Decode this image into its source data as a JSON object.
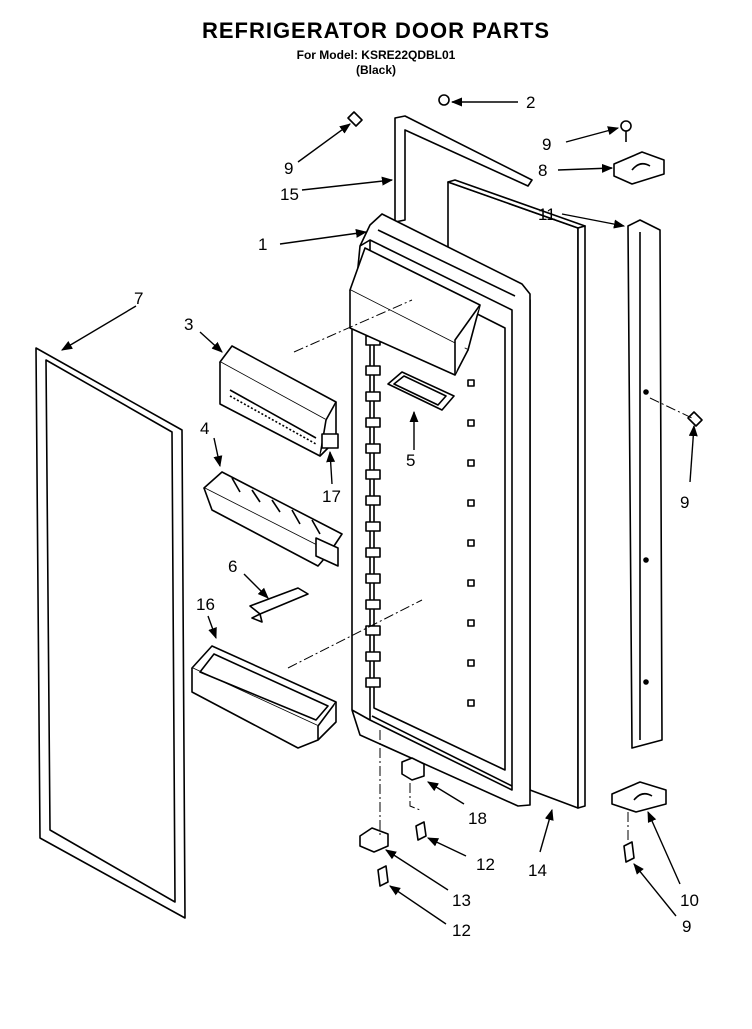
{
  "header": {
    "title": "REFRIGERATOR DOOR PARTS",
    "model_line": "For Model: KSRE22QDBL01",
    "color_line": "(Black)"
  },
  "callouts": [
    {
      "id": "c-2",
      "label": "2"
    },
    {
      "id": "c-9a",
      "label": "9"
    },
    {
      "id": "c-15",
      "label": "15"
    },
    {
      "id": "c-9b",
      "label": "9"
    },
    {
      "id": "c-8",
      "label": "8"
    },
    {
      "id": "c-11",
      "label": "11"
    },
    {
      "id": "c-1",
      "label": "1"
    },
    {
      "id": "c-7",
      "label": "7"
    },
    {
      "id": "c-3",
      "label": "3"
    },
    {
      "id": "c-5",
      "label": "5"
    },
    {
      "id": "c-4",
      "label": "4"
    },
    {
      "id": "c-17",
      "label": "17"
    },
    {
      "id": "c-9c",
      "label": "9"
    },
    {
      "id": "c-6",
      "label": "6"
    },
    {
      "id": "c-16",
      "label": "16"
    },
    {
      "id": "c-18",
      "label": "18"
    },
    {
      "id": "c-12a",
      "label": "12"
    },
    {
      "id": "c-14",
      "label": "14"
    },
    {
      "id": "c-13",
      "label": "13"
    },
    {
      "id": "c-12b",
      "label": "12"
    },
    {
      "id": "c-10",
      "label": "10"
    },
    {
      "id": "c-9d",
      "label": "9"
    }
  ]
}
